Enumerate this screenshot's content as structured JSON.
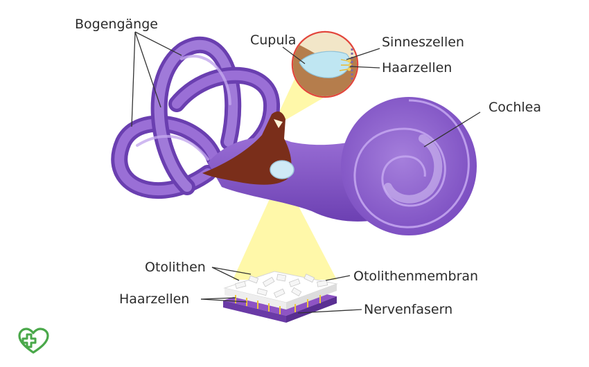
{
  "labels": {
    "bogengaenge": "Bogengänge",
    "cupula": "Cupula",
    "sinneszellen": "Sinneszellen",
    "haarzellen_top": "Haarzellen",
    "cochlea": "Cochlea",
    "otolithen": "Otolithen",
    "otolithenmembran": "Otolithenmembran",
    "haarzellen_bottom": "Haarzellen",
    "nervenfasern": "Nervenfasern"
  },
  "colors": {
    "labyrinth": "#8a5cc8",
    "labyrinth_dark": "#6a3fb0",
    "labyrinth_light": "#b79ae6",
    "vestibule": "#7a2e1a",
    "highlight": "#fff9a8",
    "cupula": "#bfe6f2",
    "logo": "#4aa84a"
  },
  "icons": {
    "logo": "cross-heart-icon"
  }
}
